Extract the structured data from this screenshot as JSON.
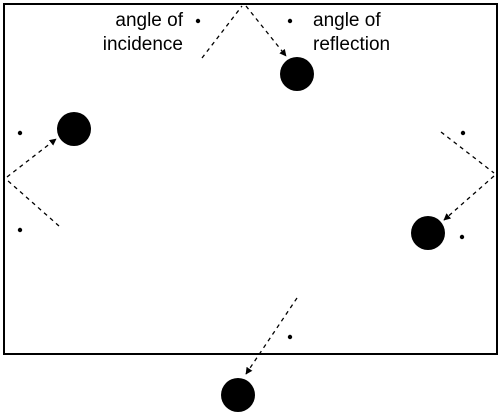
{
  "labels": {
    "incidence_line1": "angle of",
    "incidence_line2": "incidence",
    "reflection_line1": "angle of",
    "reflection_line2": "reflection"
  },
  "colors": {
    "ink": "#000000",
    "background": "#ffffff"
  }
}
